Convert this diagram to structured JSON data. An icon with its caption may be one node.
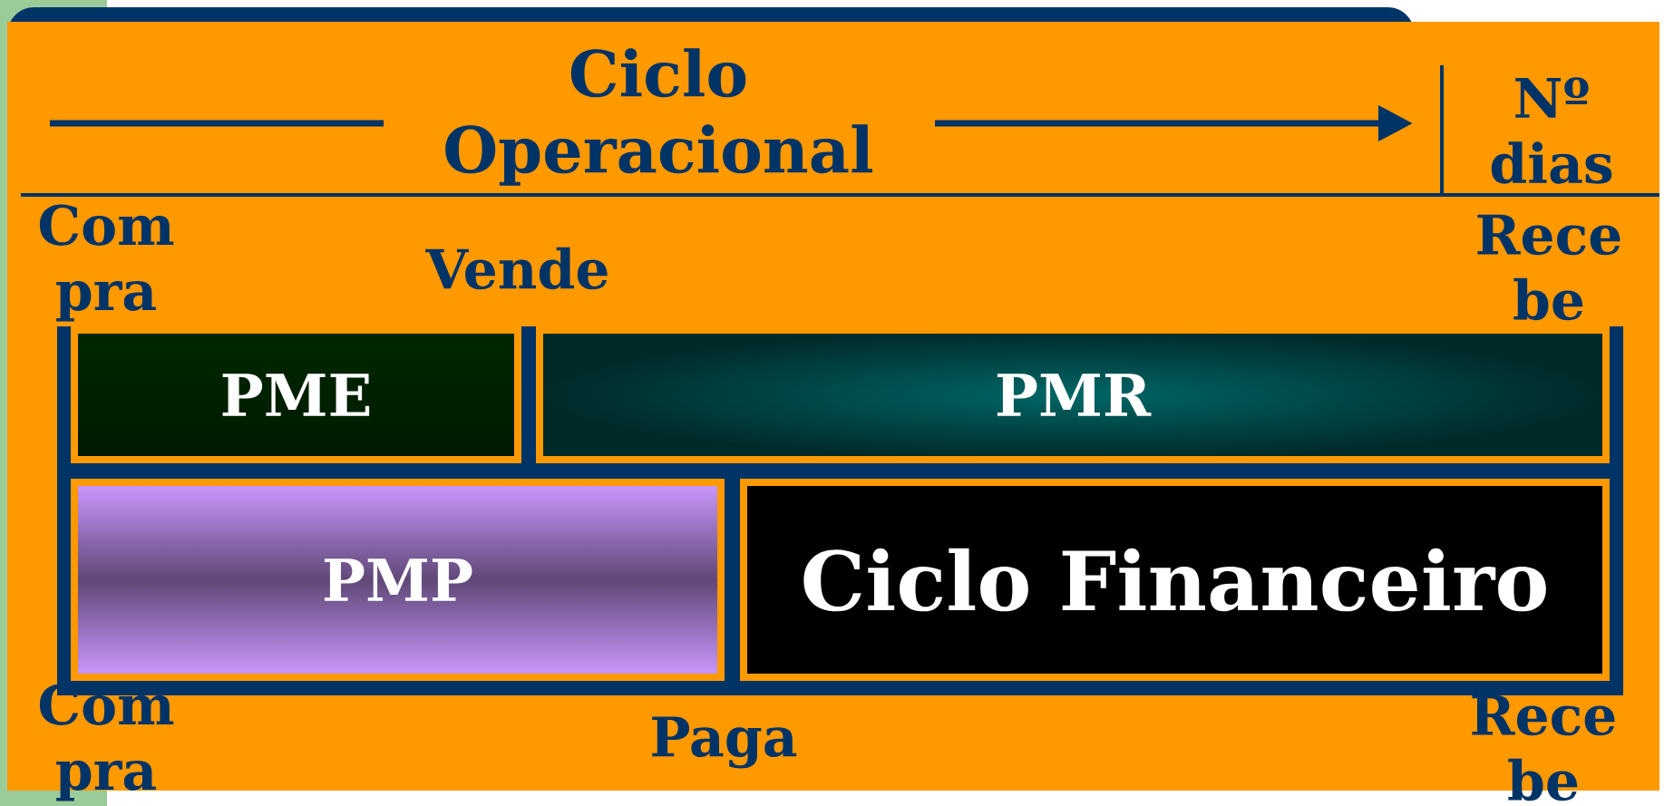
{
  "diagram": {
    "nodes": [
      {
        "text": [
          "PME"
        ]
      },
      {
        "text": [
          "PMR"
        ]
      },
      {
        "text": [
          "PMP"
        ]
      },
      {
        "text": [
          "Ciclo Financeiro"
        ]
      }
    ],
    "labels": [
      "Ciclo Operacional",
      "Nº dias",
      "Com pra",
      "Vende",
      "Rece be",
      "Com pra",
      "Paga",
      "Rece be"
    ]
  }
}
